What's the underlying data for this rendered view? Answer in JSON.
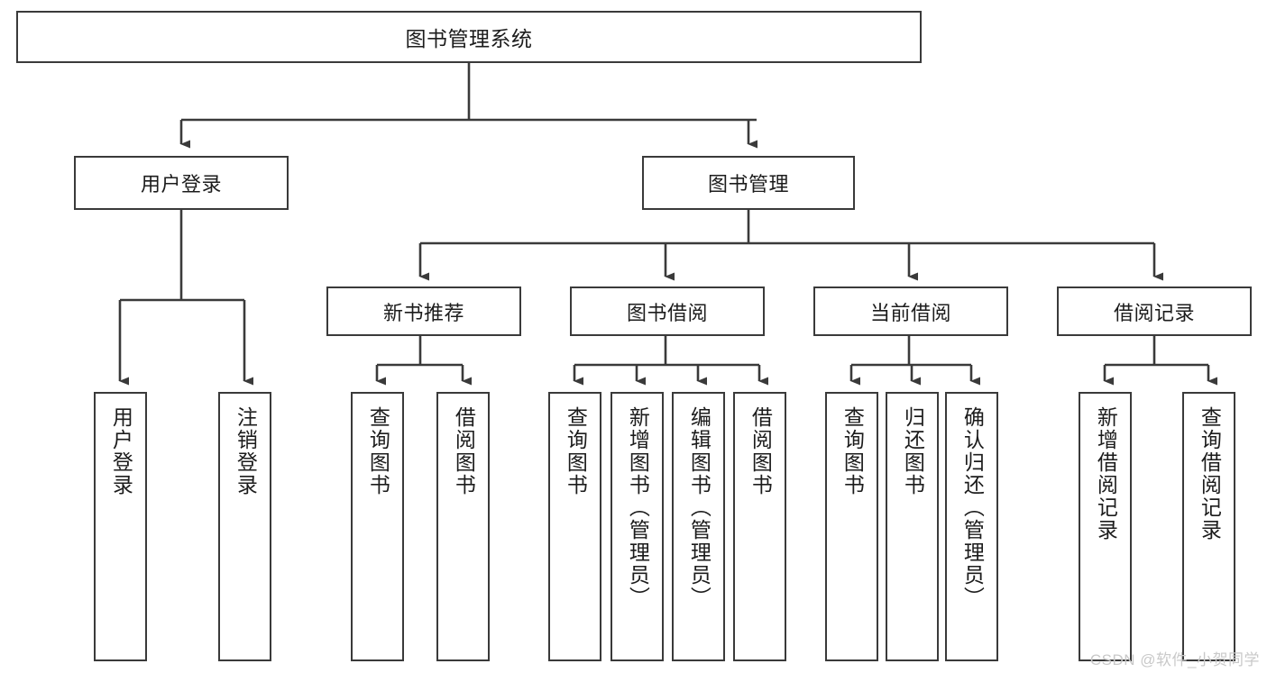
{
  "diagram": {
    "title": "图书管理系统",
    "type": "tree",
    "watermark": "CSDN @软件_小贺同学",
    "colors": {
      "box_border": "#3a3a3a",
      "box_fill": "#ffffff",
      "line": "#3a3a3a",
      "text": "#1c1c1c",
      "watermark": "#c9c9c9"
    },
    "root": {
      "label": "图书管理系统"
    },
    "level1": [
      {
        "label": "用户登录"
      },
      {
        "label": "图书管理"
      }
    ],
    "level2": [
      {
        "label": "新书推荐"
      },
      {
        "label": "图书借阅"
      },
      {
        "label": "当前借阅"
      },
      {
        "label": "借阅记录"
      }
    ],
    "leaves": {
      "user_login": [
        {
          "label": "用户登录"
        },
        {
          "label": "注销登录"
        }
      ],
      "new_book_recommend": [
        {
          "label": "查询图书"
        },
        {
          "label": "借阅图书"
        }
      ],
      "book_borrow": [
        {
          "label": "查询图书"
        },
        {
          "label": "新增图书（管理员）"
        },
        {
          "label": "编辑图书（管理员）"
        },
        {
          "label": "借阅图书"
        }
      ],
      "current_borrow": [
        {
          "label": "查询图书"
        },
        {
          "label": "归还图书"
        },
        {
          "label": "确认归还（管理员）"
        }
      ],
      "borrow_record": [
        {
          "label": "新增借阅记录"
        },
        {
          "label": "查询借阅记录"
        }
      ]
    }
  }
}
